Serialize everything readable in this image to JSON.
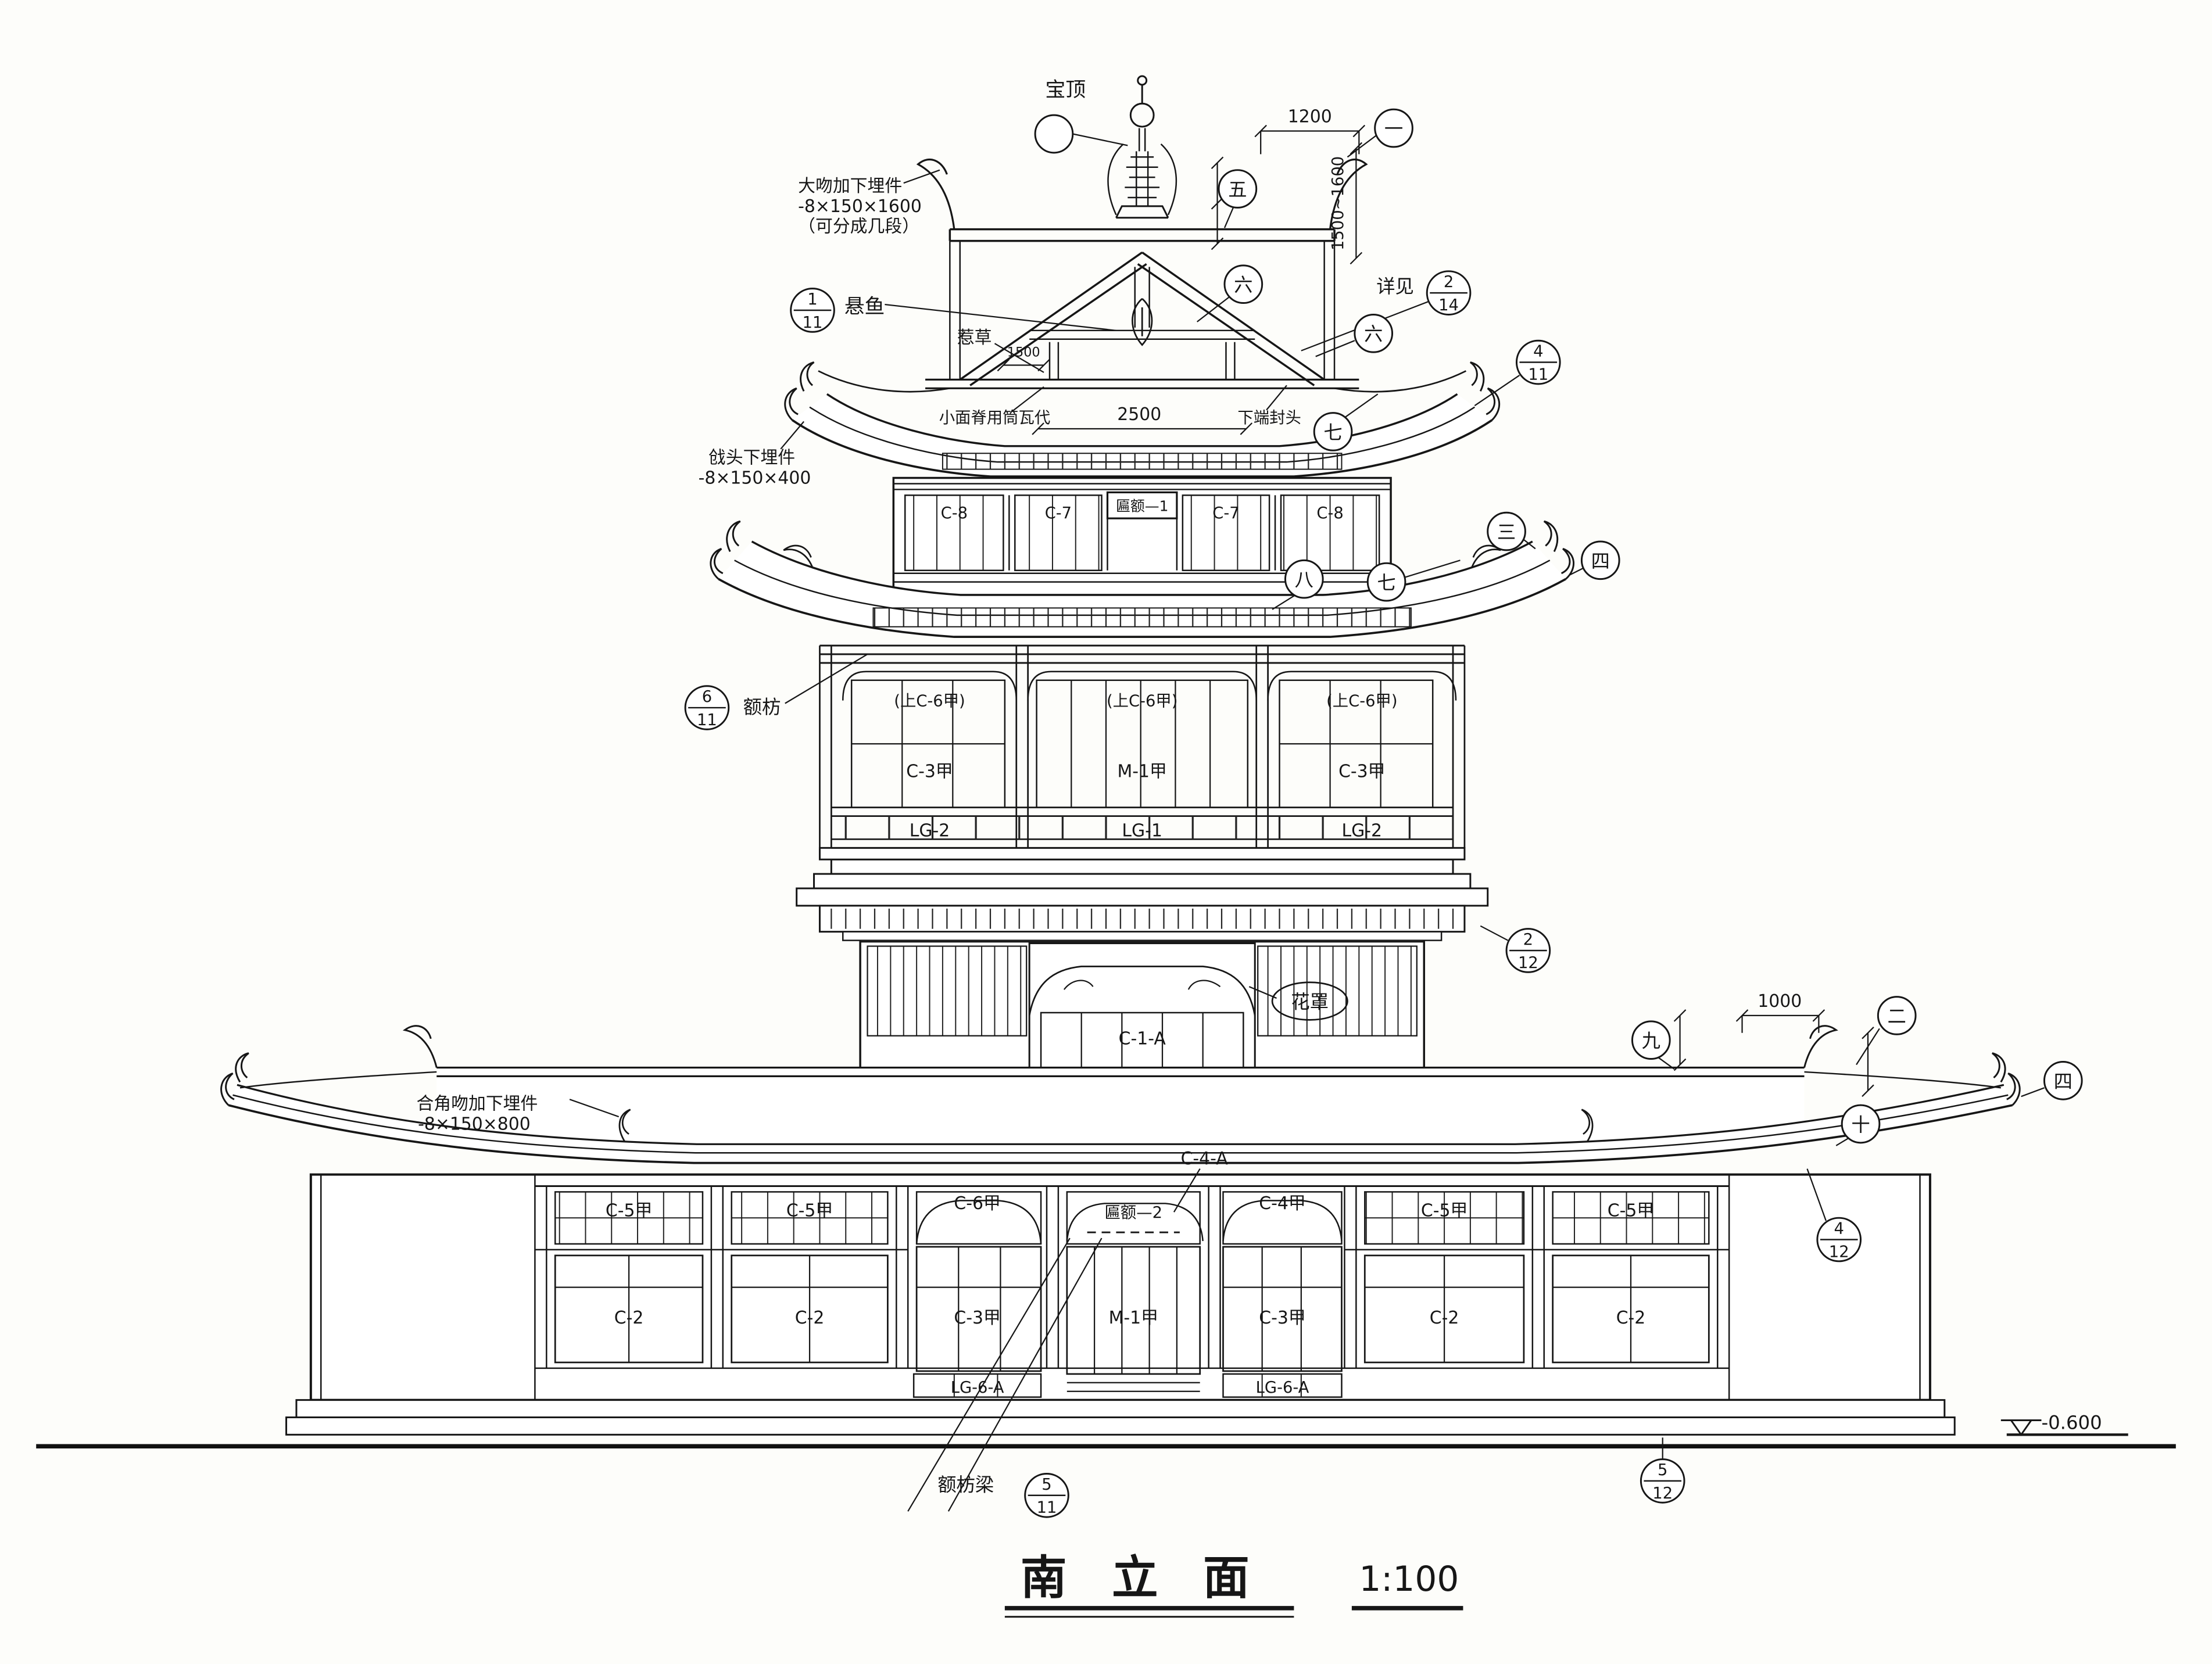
{
  "drawing": {
    "title": "南 立 面",
    "scale": "1:100",
    "elevation": "-0.600"
  },
  "dims": {
    "top_width": "1200",
    "finial_height": "1500~1600",
    "gable_small": "1500",
    "gable_width": "2500",
    "right_eave": "1000"
  },
  "notes": {
    "baoding": "宝顶",
    "dawen1": "大吻加下埋件",
    "dawen2": "-8×150×1600",
    "dawen3": "（可分成几段）",
    "xuanyu": "悬鱼",
    "recao": "惹草",
    "xiangjian": "详见",
    "xiaomianji": "小面脊用筒瓦代",
    "xiaduan": "下端封头",
    "qiangtou1": "戗头下埋件",
    "qiangtou2": "-8×150×400",
    "ef": "额枋",
    "huazhao": "花罩",
    "hejiao1": "合角吻加下埋件",
    "hejiao2": "-8×150×800",
    "efl": "额枋梁"
  },
  "callouts": {
    "one": "一",
    "two": "二",
    "three": "三",
    "four": "四",
    "five": "五",
    "six": "六",
    "seven": "七",
    "eight": "八",
    "nine": "九",
    "ten": "十",
    "f1_11": {
      "n": "1",
      "d": "11"
    },
    "f2_14": {
      "n": "2",
      "d": "14"
    },
    "f4_11": {
      "n": "4",
      "d": "11"
    },
    "f6_11": {
      "n": "6",
      "d": "11"
    },
    "f2_12": {
      "n": "2",
      "d": "12"
    },
    "f4_12": {
      "n": "4",
      "d": "12"
    },
    "f5_11": {
      "n": "5",
      "d": "11"
    },
    "f5_12": {
      "n": "5",
      "d": "12"
    }
  },
  "labels": {
    "attic": [
      "C-8",
      "C-7",
      "匾额—1",
      "C-7",
      "C-8"
    ],
    "f2_heads": [
      "(上C-6甲)",
      "(上C-6甲)",
      "(上C-6甲)"
    ],
    "f2_windows": [
      "C-3甲",
      "M-1甲",
      "C-3甲"
    ],
    "f2_rails": [
      "LG-2",
      "LG-1",
      "LG-2"
    ],
    "door": "C-1-A",
    "c4a": "C-4-A",
    "g_heads": [
      "C-5甲",
      "C-5甲",
      "C-6甲",
      "匾额—2",
      "C-4甲",
      "C-5甲",
      "C-5甲"
    ],
    "g_windows": [
      "C-2",
      "C-2",
      "C-3甲",
      "M-1甲",
      "C-3甲",
      "C-2",
      "C-2"
    ],
    "g_rails": [
      "LG-6-A",
      "LG-6-A"
    ]
  }
}
